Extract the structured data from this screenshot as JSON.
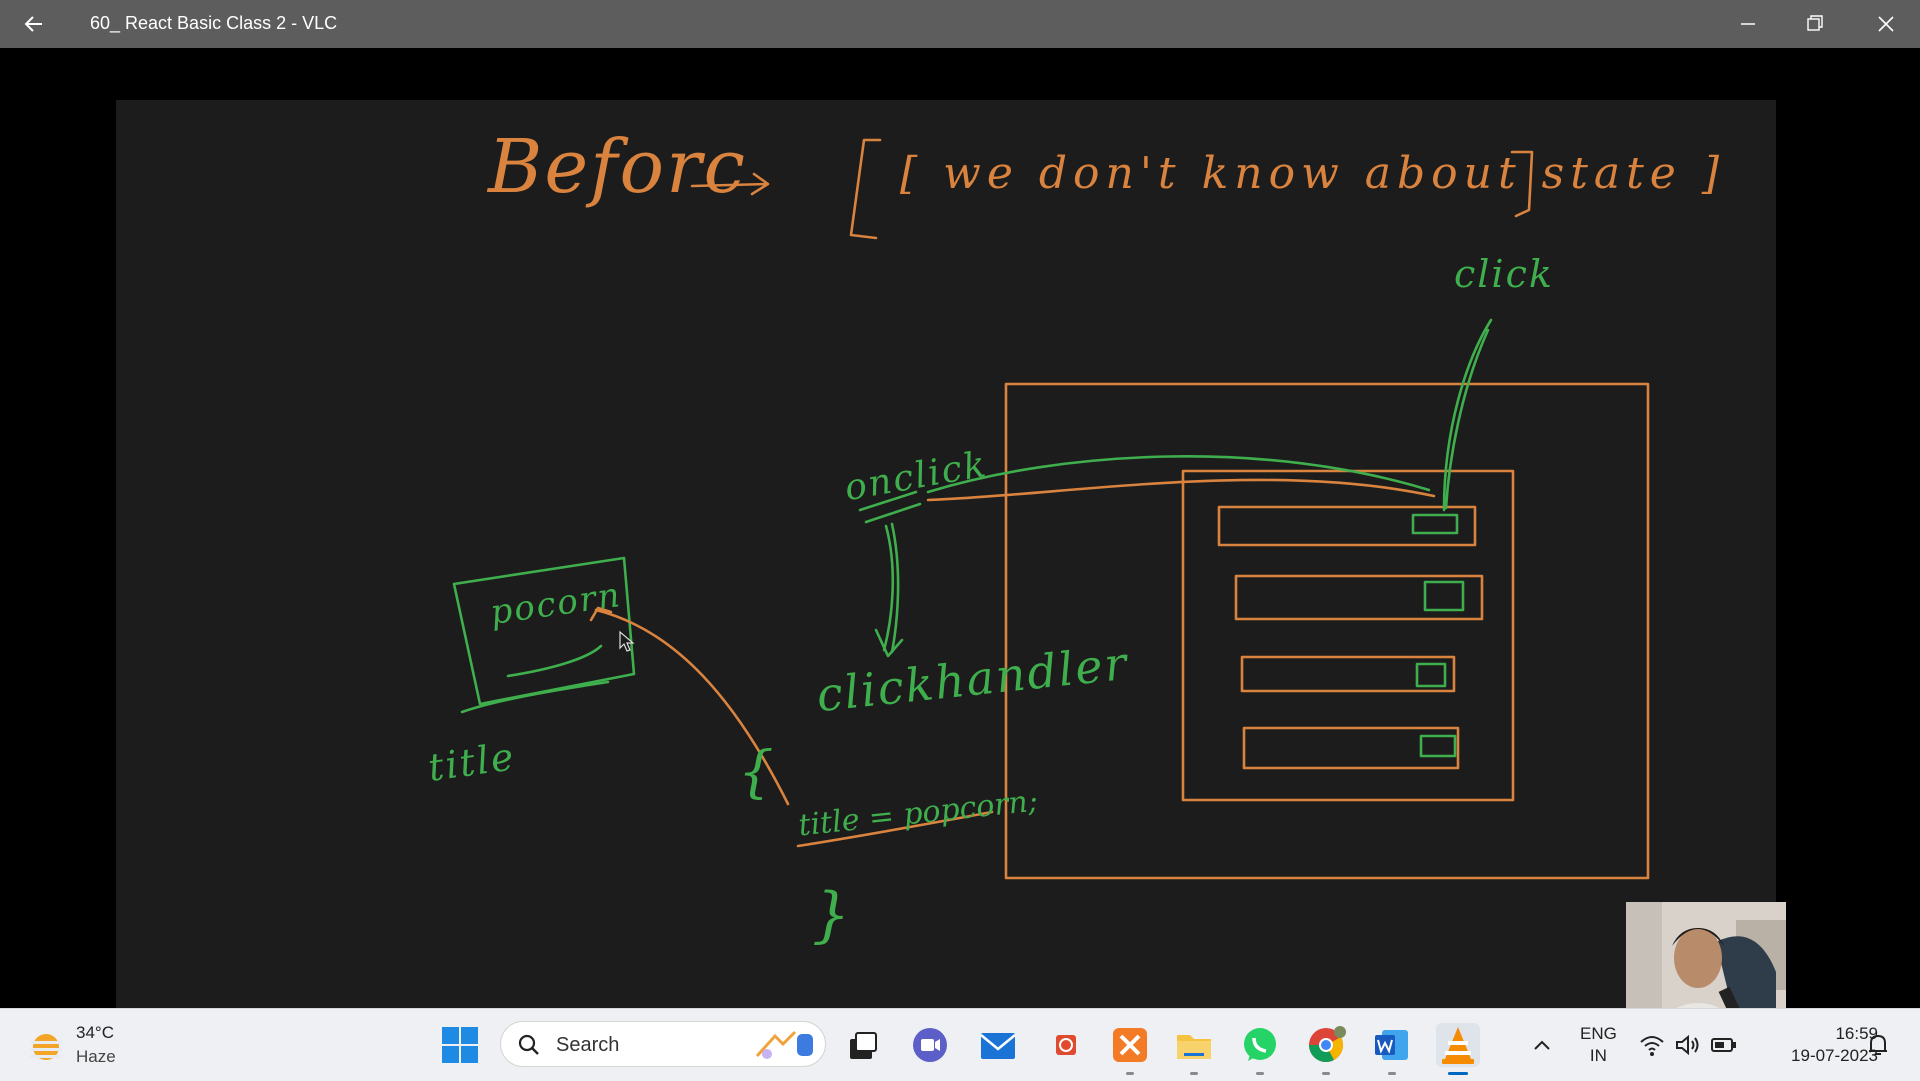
{
  "window": {
    "title": "60_ React Basic Class 2 - VLC"
  },
  "whiteboard": {
    "heading_left": "Beforc",
    "heading_right": "[ we don't know about state ]",
    "label_click": "click",
    "label_onclick": "onclick",
    "label_clickhandler": "clickhandler",
    "label_popcorn": "pocorn",
    "label_title": "title",
    "label_title_assign": "title = popcorn;",
    "brace_open": "{",
    "brace_close": "}",
    "colors": {
      "background": "#1c1c1c",
      "orange_ink": "#d9833f",
      "green_ink": "#3fae4d"
    }
  },
  "taskbar": {
    "weather": {
      "temp": "34°C",
      "condition": "Haze",
      "icon": "sun-haze-icon"
    },
    "search_placeholder": "Search",
    "apps": [
      {
        "name": "task-view",
        "icon": "task-view-icon"
      },
      {
        "name": "meet",
        "icon": "video-chat-icon"
      },
      {
        "name": "mail",
        "icon": "mail-icon"
      },
      {
        "name": "office",
        "icon": "office-icon"
      },
      {
        "name": "xampp",
        "icon": "xampp-icon"
      },
      {
        "name": "file-explorer",
        "icon": "folder-icon"
      },
      {
        "name": "whatsapp",
        "icon": "whatsapp-icon"
      },
      {
        "name": "chrome",
        "icon": "chrome-icon"
      },
      {
        "name": "word",
        "icon": "word-icon"
      },
      {
        "name": "vlc",
        "icon": "vlc-icon",
        "active": true
      }
    ],
    "language": {
      "line1": "ENG",
      "line2": "IN"
    },
    "clock": {
      "time": "16:59",
      "date": "19-07-2023"
    }
  }
}
